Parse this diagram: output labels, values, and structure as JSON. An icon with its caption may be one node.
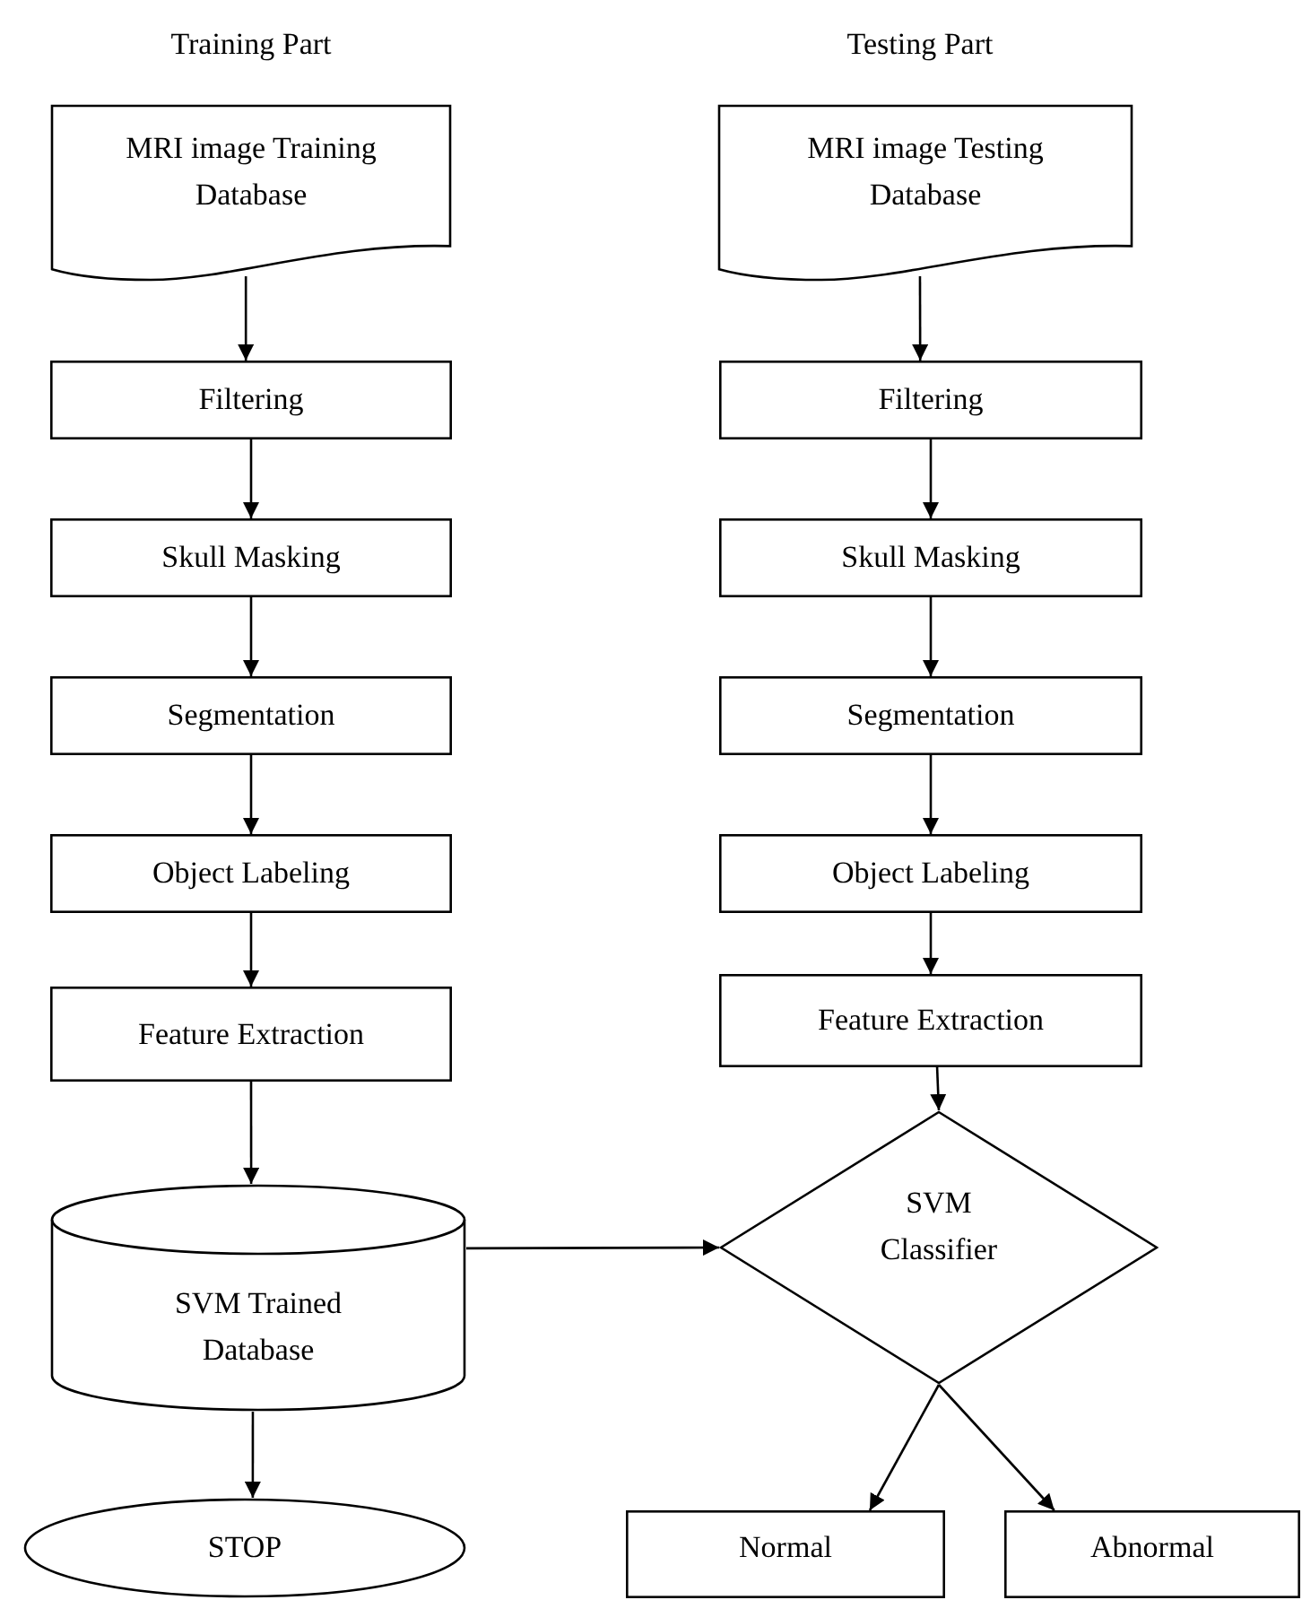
{
  "diagram": {
    "nodes": [
      {
        "text": [
          "MRI image Training Database"
        ]
      },
      {
        "text": [
          "Filtering"
        ]
      },
      {
        "text": [
          "Skull Masking"
        ]
      },
      {
        "text": [
          "Segmentation"
        ]
      },
      {
        "text": [
          "Object Labeling"
        ]
      },
      {
        "text": [
          "Feature Extraction"
        ]
      },
      {
        "text": [
          "SVM Trained Database"
        ]
      },
      {
        "text": [
          "STOP"
        ]
      },
      {
        "text": [
          "MRI image Testing Database"
        ]
      },
      {
        "text": [
          "Filtering"
        ]
      },
      {
        "text": [
          "Skull Masking"
        ]
      },
      {
        "text": [
          "Segmentation"
        ]
      },
      {
        "text": [
          "Object Labeling"
        ]
      },
      {
        "text": [
          "Feature Extraction"
        ]
      },
      {
        "text": [
          "SVM Classifier"
        ]
      },
      {
        "text": [
          "Normal"
        ]
      },
      {
        "text": [
          "Abnormal"
        ]
      }
    ],
    "edges": [
      {
        "from": 0,
        "to": 1,
        "arrow": "to"
      },
      {
        "from": 1,
        "to": 2,
        "arrow": "to"
      },
      {
        "from": 2,
        "to": 3,
        "arrow": "to"
      },
      {
        "from": 3,
        "to": 4,
        "arrow": "to"
      },
      {
        "from": 4,
        "to": 5,
        "arrow": "to"
      },
      {
        "from": 5,
        "to": 6,
        "arrow": "to"
      },
      {
        "from": 6,
        "to": 7,
        "arrow": "to"
      },
      {
        "from": 6,
        "to": 14,
        "arrow": "to"
      },
      {
        "from": 8,
        "to": 9,
        "arrow": "to"
      },
      {
        "from": 9,
        "to": 10,
        "arrow": "to"
      },
      {
        "from": 10,
        "to": 11,
        "arrow": "to"
      },
      {
        "from": 11,
        "to": 12,
        "arrow": "to"
      },
      {
        "from": 12,
        "to": 13,
        "arrow": "to"
      },
      {
        "from": 13,
        "to": 14,
        "arrow": "to"
      },
      {
        "from": 14,
        "to": 15,
        "arrow": "to"
      },
      {
        "from": 14,
        "to": 16,
        "arrow": "to"
      }
    ],
    "labels": [
      "Training Part",
      "Testing Part"
    ]
  }
}
